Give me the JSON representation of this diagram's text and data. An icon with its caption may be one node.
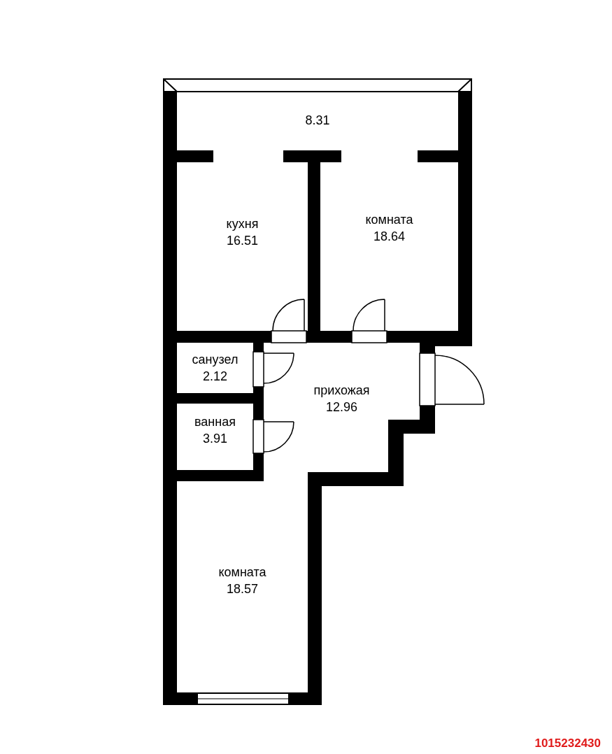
{
  "diagram": {
    "nodes": [
      {
        "text": [
          "8.31"
        ]
      },
      {
        "text": [
          "кухня",
          "16.51"
        ]
      },
      {
        "text": [
          "комната",
          "18.64"
        ]
      },
      {
        "text": [
          "санузел",
          "2.12"
        ]
      },
      {
        "text": [
          "прихожая",
          "12.96"
        ]
      },
      {
        "text": [
          "ванная",
          "3.91"
        ]
      },
      {
        "text": [
          "комната",
          "18.57"
        ]
      }
    ],
    "edges": [],
    "labels": [
      "1015232430"
    ]
  }
}
